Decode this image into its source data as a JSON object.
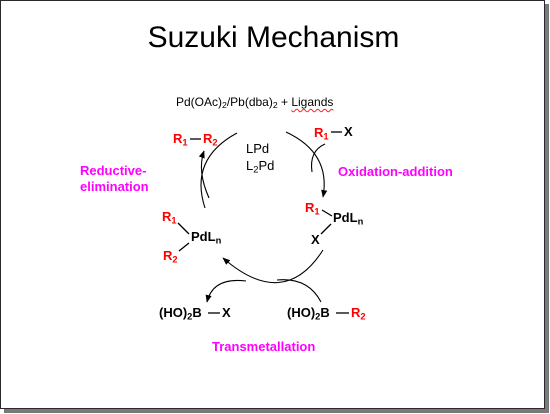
{
  "slide": {
    "title": "Suzuki Mechanism",
    "reagents": {
      "pd_prefix": "Pd(OAc)",
      "sub1": "2",
      "mid": "/Pb(dba)",
      "sub2": "2",
      "plus": " + ",
      "ligands": "Ligands"
    },
    "catalyst": {
      "lpd": "LPd",
      "l2pd_l": "L",
      "l2pd_sub": "2",
      "l2pd_pd": "Pd"
    },
    "steps": {
      "oxidative_addition": "Oxidation-addition",
      "transmetallation": "Transmetallation",
      "reductive_elimination_1": "Reductive-",
      "reductive_elimination_2": "elimination"
    },
    "species": {
      "r1": "R",
      "r1_sub": "1",
      "r2": "R",
      "r2_sub": "2",
      "x": "X",
      "pdl": "PdL",
      "n": "n",
      "ho": "(HO)",
      "ho_sub": "2",
      "b": "B"
    },
    "colors": {
      "label": "#ff00ff",
      "group": "#ff0000",
      "text": "#000000"
    }
  }
}
